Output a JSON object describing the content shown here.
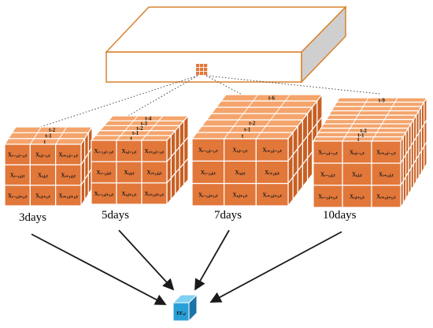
{
  "slab": {
    "top_color": "#ffffff",
    "front_color": "#ffffff",
    "side_color": "#cfcfcf",
    "edge_color": "#d9822b",
    "grid_color": "#E2773A"
  },
  "cubes": [
    {
      "caption": "3days",
      "layers": [
        "t-2",
        "t-1",
        "t"
      ],
      "cells": [
        "Xᵢ₋₁,ⱼ₋₁,ₜ",
        "Xᵢ,ⱼ₋₁,ₜ",
        "Xᵢ₊₁,ⱼ₋₁,ₜ",
        "Xᵢ₋₁,ⱼ,ₜ",
        "Xᵢ,ⱼ,ₜ",
        "Xᵢ₊₁,ⱼ,ₜ",
        "Xᵢ₋₁,ⱼ₊₁,ₜ",
        "Xᵢ,ⱼ₊₁,ₜ",
        "Xᵢ₊₁,ⱼ₊₁,ₜ"
      ]
    },
    {
      "caption": "5days",
      "layers": [
        "t-4",
        "t-3",
        "t-2",
        "t-1",
        "t"
      ],
      "cells": [
        "Xᵢ₋₁,ⱼ₋₁,ₜ",
        "Xᵢ,ⱼ₋₁,ₜ",
        "Xᵢ₊₁,ⱼ₋₁,ₜ",
        "Xᵢ₋₁,ⱼ,ₜ",
        "Xᵢ,ⱼ,ₜ",
        "Xᵢ₊₁,ⱼ,ₜ",
        "Xᵢ₋₁,ⱼ₊₁,ₜ",
        "Xᵢ,ⱼ₊₁,ₜ",
        "Xᵢ₊₁,ⱼ₊₁,ₜ"
      ]
    },
    {
      "caption": "7days",
      "layers": [
        "t-6",
        "t-2",
        "t-1",
        "t"
      ],
      "cells": [
        "Xᵢ₋₁,ⱼ₋₁,ₜ",
        "Xᵢ,ⱼ₋₁,ₜ",
        "Xᵢ₊₁,ⱼ₋₁,ₜ",
        "Xᵢ₋₁,ⱼ,ₜ",
        "Xᵢ,ⱼ,ₜ",
        "Xᵢ₊₁,ⱼ,ₜ",
        "Xᵢ₋₁,ⱼ₊₁,ₜ",
        "Xᵢ,ⱼ₊₁,ₜ",
        "Xᵢ₊₁,ⱼ₊₁,ₜ"
      ]
    },
    {
      "caption": "10days",
      "layers": [
        "t-9",
        "t-2",
        "t-1",
        "t"
      ],
      "cells": [
        "Xᵢ₋₁,ⱼ₋₁,ₜ",
        "Xᵢ,ⱼ₋₁,ₜ",
        "Xᵢ₊₁,ⱼ₋₁,ₜ",
        "Xᵢ₋₁,ⱼ,ₜ",
        "Xᵢ,ⱼ,ₜ",
        "Xᵢ₊₁,ⱼ,ₜ",
        "Xᵢ₋₁,ⱼ₊₁,ₜ",
        "Xᵢ,ⱼ₊₁,ₜ",
        "Xᵢ₊₁,ⱼ₊₁,ₜ"
      ]
    }
  ],
  "target": {
    "label": "EFᵢ,ⱼ",
    "front_color": "#2a9fd6",
    "top_color": "#7fd0f2",
    "side_color": "#1b74a8"
  }
}
